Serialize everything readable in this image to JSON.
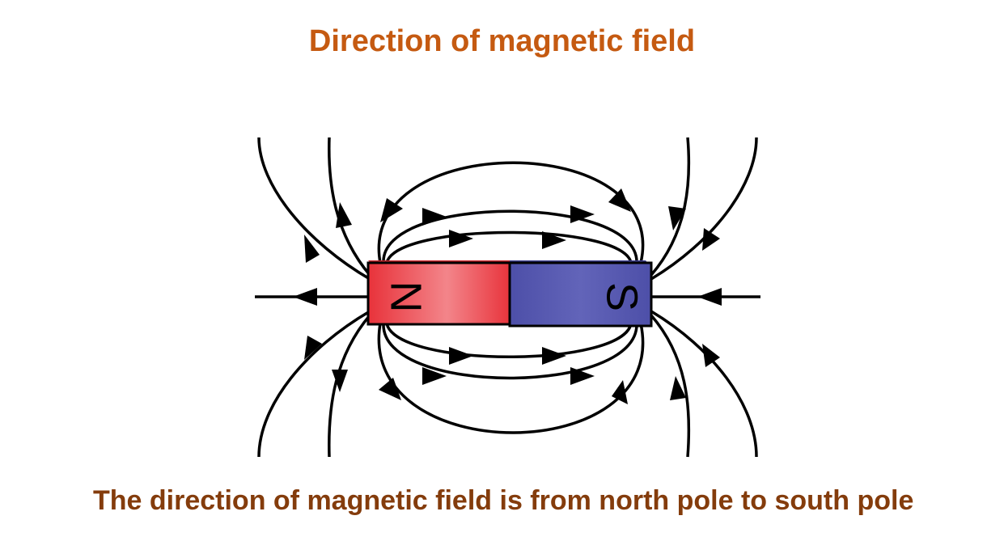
{
  "title": "Direction of magnetic field",
  "caption": "The direction of magnetic field is from north pole to south pole",
  "magnet": {
    "north_label": "N",
    "south_label": "S",
    "north_color": "#e8323a",
    "north_highlight": "#f3858a",
    "south_color": "#4d4fa8",
    "south_highlight": "#6264b9"
  },
  "colors": {
    "title": "#c55a11",
    "caption": "#843c0c",
    "field_line": "#000000"
  }
}
